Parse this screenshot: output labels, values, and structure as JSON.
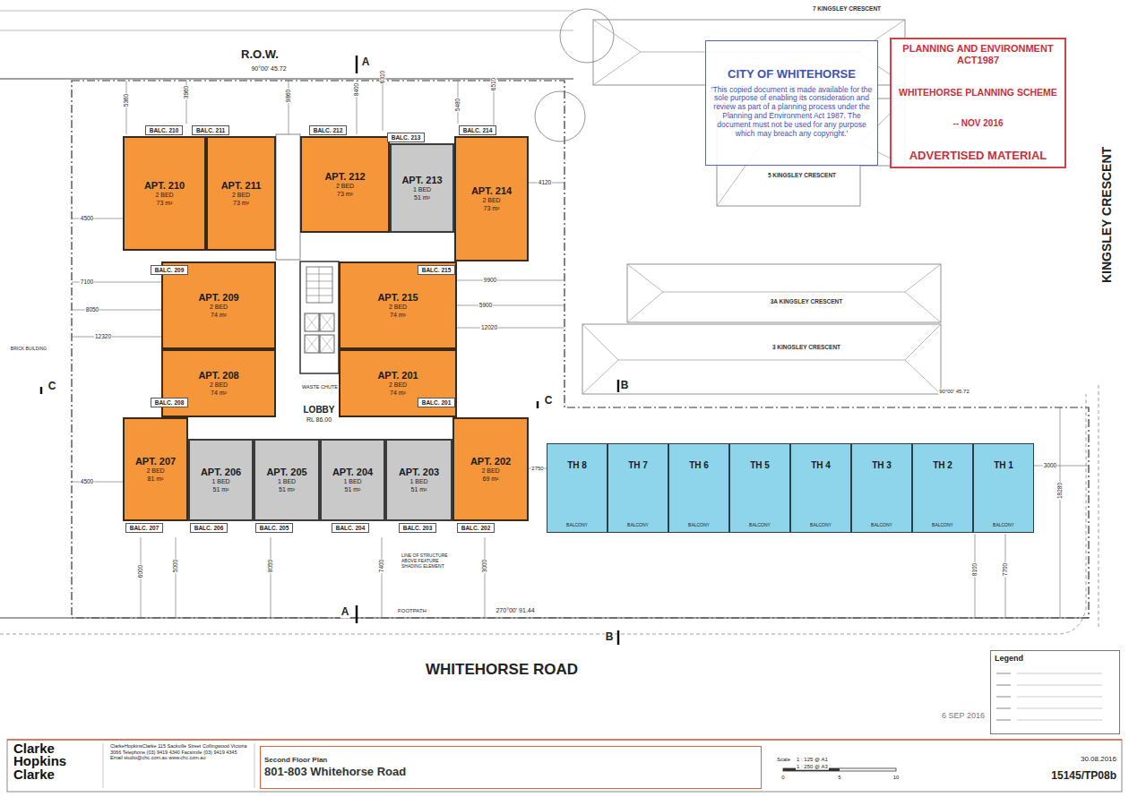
{
  "diagram": {
    "nodes": [
      {
        "text": [
          "APT. 210",
          "2 BED",
          "73 m²"
        ]
      },
      {
        "text": [
          "APT. 211",
          "2 BED",
          "73 m²"
        ]
      },
      {
        "text": [
          "APT. 212",
          "2 BED",
          "73 m²"
        ]
      },
      {
        "text": [
          "APT. 213",
          "1 BED",
          "51 m²"
        ]
      },
      {
        "text": [
          "APT. 214",
          "2 BED",
          "73 m²"
        ]
      },
      {
        "text": [
          "APT. 209",
          "2 BED",
          "74 m²"
        ]
      },
      {
        "text": [
          "APT. 215",
          "2 BED",
          "74 m²"
        ]
      },
      {
        "text": [
          "APT. 208",
          "2 BED",
          "74 m²"
        ]
      },
      {
        "text": [
          "APT. 201",
          "2 BED",
          "74 m²"
        ]
      },
      {
        "text": [
          "APT. 207",
          "2 BED",
          "81 m²"
        ]
      },
      {
        "text": [
          "APT. 206",
          "1 BED",
          "51 m²"
        ]
      },
      {
        "text": [
          "APT. 205",
          "1 BED",
          "51 m²"
        ]
      },
      {
        "text": [
          "APT. 204",
          "1 BED",
          "51 m²"
        ]
      },
      {
        "text": [
          "APT. 203",
          "1 BED",
          "51 m²"
        ]
      },
      {
        "text": [
          "APT. 202",
          "2 BED",
          "69 m²"
        ]
      },
      {
        "text": [
          "BALC. 210"
        ]
      },
      {
        "text": [
          "BALC. 211"
        ]
      },
      {
        "text": [
          "BALC. 212"
        ]
      },
      {
        "text": [
          "BALC. 213"
        ]
      },
      {
        "text": [
          "BALC. 214"
        ]
      },
      {
        "text": [
          "BALC. 209"
        ]
      },
      {
        "text": [
          "BALC. 215"
        ]
      },
      {
        "text": [
          "BALC. 208"
        ]
      },
      {
        "text": [
          "BALC. 201"
        ]
      },
      {
        "text": [
          "BALC. 207"
        ]
      },
      {
        "text": [
          "BALC. 206"
        ]
      },
      {
        "text": [
          "BALC. 205"
        ]
      },
      {
        "text": [
          "BALC. 204"
        ]
      },
      {
        "text": [
          "BALC. 203"
        ]
      },
      {
        "text": [
          "BALC. 202"
        ]
      },
      {
        "text": [
          "TH 8"
        ]
      },
      {
        "text": [
          "TH 7"
        ]
      },
      {
        "text": [
          "TH 6"
        ]
      },
      {
        "text": [
          "TH 5"
        ]
      },
      {
        "text": [
          "TH 4"
        ]
      },
      {
        "text": [
          "TH 3"
        ]
      },
      {
        "text": [
          "TH 2"
        ]
      },
      {
        "text": [
          "TH 1"
        ]
      },
      {
        "text": [
          "7 KINGSLEY CRESCENT"
        ]
      },
      {
        "text": [
          "5 KINGSLEY CRESCENT"
        ]
      },
      {
        "text": [
          "3A KINGSLEY CRESCENT",
          "3 KINGSLEY CRESCENT"
        ]
      },
      {
        "text": [
          "CITY OF WHITEHORSE",
          "'This copied document is made available for the sole purpose of enabling its consideration and review as part of a planning process under the Planning and Environment Act 1987. The document must not be used for any purpose which may breach any copyright.'"
        ]
      },
      {
        "text": [
          "PLANNING AND ENVIRONMENT ACT1987",
          "WHITEHORSE PLANNING SCHEME",
          "-- NOV 2016",
          "ADVERTISED MATERIAL"
        ]
      },
      {
        "text": [
          "Second Floor Plan",
          "801-803 Whitehorse Road"
        ]
      },
      {
        "text": [
          "Legend"
        ]
      }
    ],
    "labels": [
      "R.O.W.",
      "90°00' 45.72",
      "A",
      "A",
      "B",
      "B",
      "C",
      "C",
      "WHITEHORSE ROAD",
      "KINGSLEY CRESCENT",
      "FOOTPATH",
      "270°00' 91.44",
      "90°00' 45.72",
      "LOBBY",
      "RL 86.00",
      "WASTE CHUTE",
      "4500",
      "7100",
      "8050",
      "12320",
      "4500",
      "4120",
      "9900",
      "5900",
      "12020",
      "2750",
      "3000",
      "5360",
      "3960",
      "9860",
      "8400",
      "6310",
      "5480",
      "6510",
      "6000",
      "5000",
      "8050",
      "7400",
      "3000",
      "8100",
      "7700",
      "18280",
      "BRICK BUILDING",
      "6 SEP 2016",
      "Scale",
      "1 : 125 @ A1",
      "1 : 250 @ A3",
      "0",
      "5",
      "10",
      "30.08.2016",
      "15145/TP08b",
      "Clarke Hopkins Clarke",
      "ClarkeHopkinsClarke 115 Sackville Street Collingwood Victoria 3066 Telephone (03) 9419 4340 Facsimile (03) 9419 4345 Email studio@chc.com.au www.chc.com.au",
      "BALCONY",
      "BALCONY",
      "BALCONY",
      "BALCONY",
      "BALCONY",
      "BALCONY",
      "BALCONY",
      "BALCONY",
      "LINE OF STRUCTURE ABOVE FEATURE SHADING ELEMENT"
    ]
  }
}
